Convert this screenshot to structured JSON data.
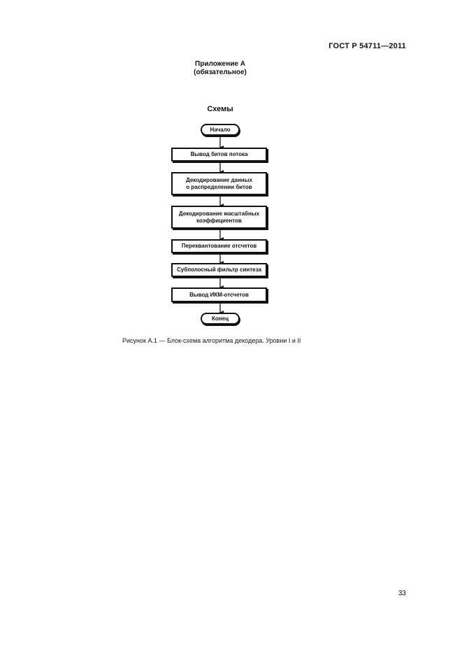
{
  "header": {
    "standard_code": "ГОСТ Р 54711—2011"
  },
  "annex": {
    "title": "Приложение А",
    "status": "(обязательное)"
  },
  "section": {
    "title": "Схемы"
  },
  "flowchart": {
    "start": "Начало",
    "steps": [
      "Вывод битов потока",
      "Декодирование данных\nо распределении битов",
      "Декодирование масштабных\nкоэффициентов",
      "Переквантование отсчетов",
      "Субполосный фильтр синтеза",
      "Вывод ИКМ-отсчетов"
    ],
    "end": "Конец"
  },
  "figure": {
    "caption": "Рисунок А.1 — Блок-схема алгоритма декодера. Уровни I и II"
  },
  "footer": {
    "page_number": "33"
  }
}
